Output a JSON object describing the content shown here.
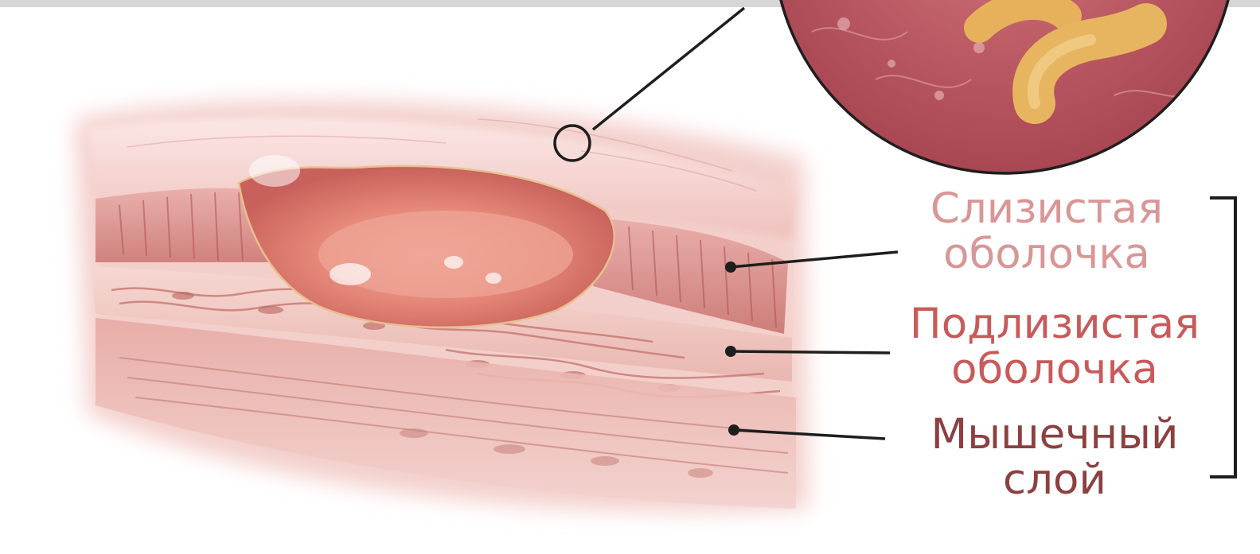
{
  "labels": {
    "mucosa": {
      "line1": "Слизистая",
      "line2": "оболочка"
    },
    "submucosa": {
      "line1": "Подлизистая",
      "line2": "оболочка"
    },
    "muscle": {
      "line1": "Мышечный",
      "line2": "слой"
    }
  },
  "colors": {
    "mucosa_text": "#d99696",
    "submucosa_text": "#c95a5a",
    "muscle_text": "#8c4040",
    "leader_line": "#1e1e1e",
    "tissue_light": "#f2c4c0",
    "tissue_mid": "#e29a96",
    "tissue_dark": "#b8605c",
    "ulcer_crater": "#e27c72",
    "bacteria": "#e6b15a",
    "magnified_bg": "#b85058"
  },
  "icons": {
    "magnifier_marker": "circle-marker-icon",
    "bacteria": "helicobacter-bacteria-icon"
  }
}
